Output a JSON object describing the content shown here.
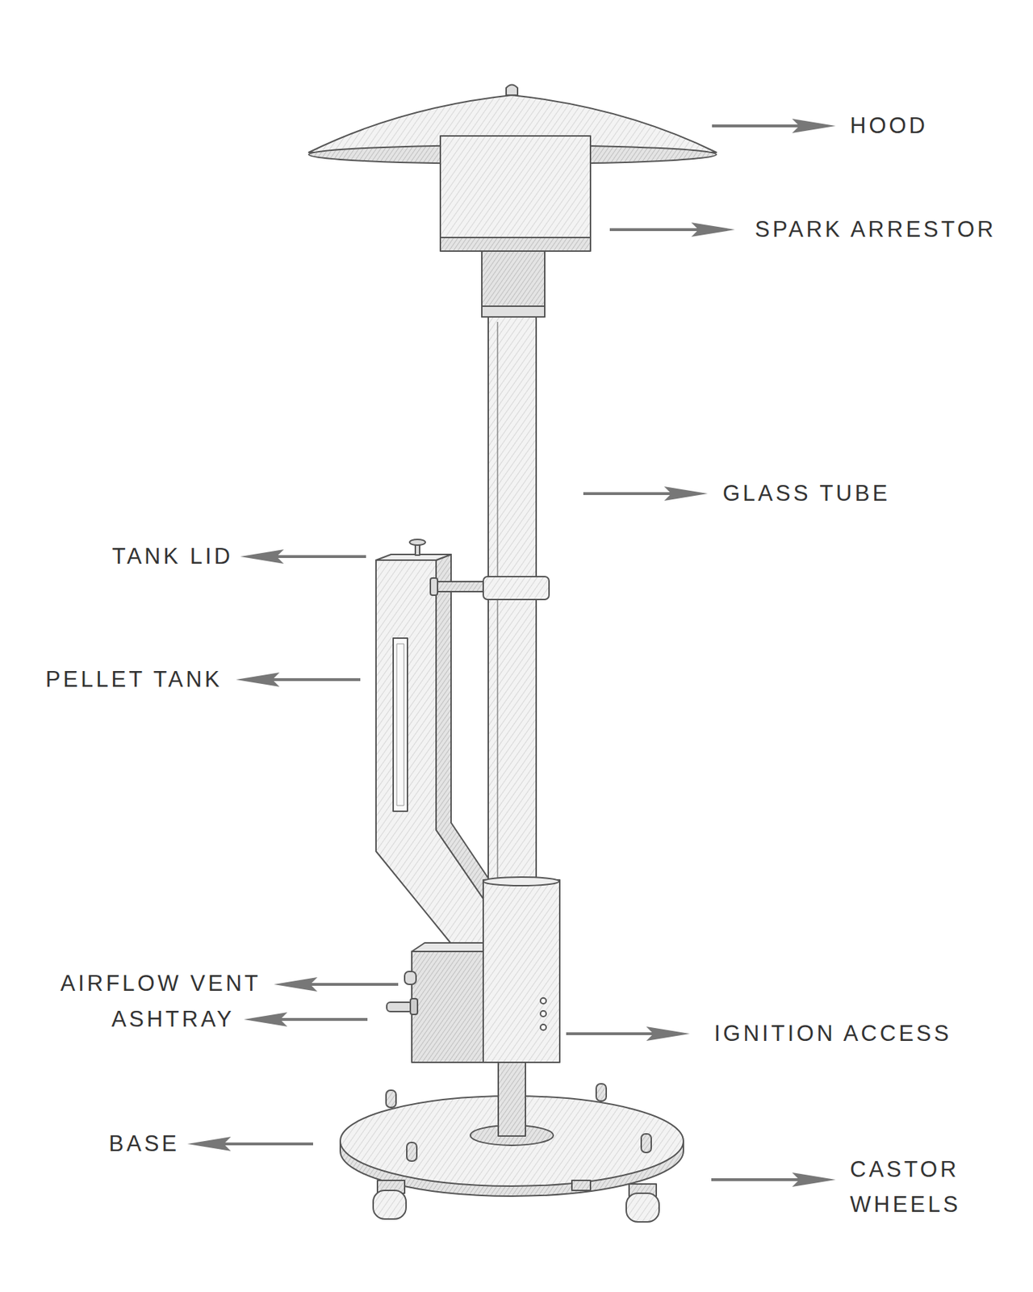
{
  "diagram": {
    "labels": [
      "HOOD",
      "SPARK ARRESTOR",
      "GLASS TUBE",
      "TANK LID",
      "PELLET TANK",
      "AIRFLOW VENT",
      "ASHTRAY",
      "IGNITION ACCESS",
      "BASE",
      "CASTOR WHEELS"
    ]
  }
}
